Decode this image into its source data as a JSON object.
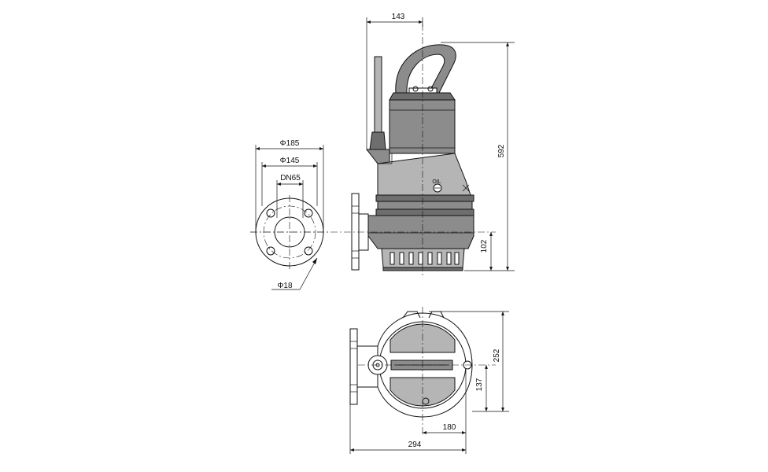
{
  "dimensions": {
    "flange_outer_diameter": "Φ185",
    "bolt_circle_diameter": "Φ145",
    "nominal_bore": "DN65",
    "bolt_hole_diameter": "Φ18",
    "discharge_offset": "143",
    "total_height": "592",
    "outlet_height": "102",
    "plan_depth": "252",
    "plan_center_depth": "137",
    "plan_center_width": "180",
    "plan_total_width": "294"
  },
  "labels": {
    "oil_plug": "OIL"
  },
  "colors": {
    "line": "#111111",
    "housing": "#8c8c8c",
    "housing_dark": "#6e6e6e",
    "housing_light": "#b5b5b5",
    "background": "#ffffff"
  }
}
